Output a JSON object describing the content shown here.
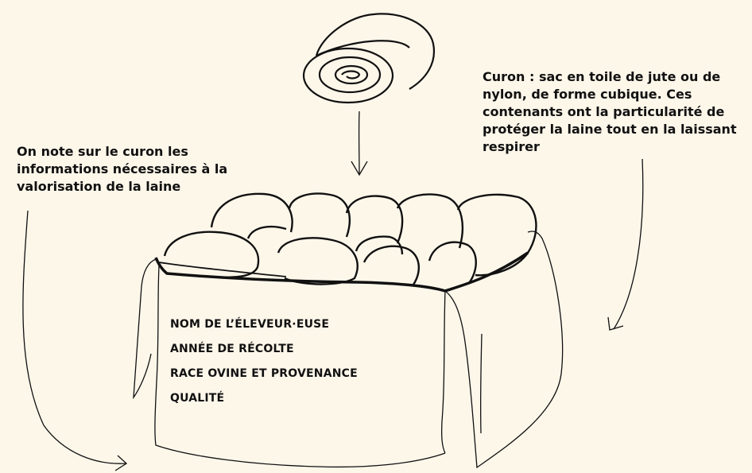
{
  "captions": {
    "right": "Curon : sac en toile de jute ou de nylon, de forme cubique. Ces contenants ont la particularité de protéger la laine tout en la laissant respirer",
    "left": "On note sur le curon les informations nécessaires à la valorisation de la laine"
  },
  "sack_label": {
    "lines": [
      "NOM DE L’ÉLEVEUR·EUSE",
      "ANNÉE DE RÉCOLTE",
      "RACE OVINE ET PROVENANCE",
      "QUALITÉ"
    ]
  },
  "colors": {
    "background": "#fdf7ea",
    "ink": "#111111"
  },
  "icons": [
    "rolled-fleece-icon",
    "arrow-down-icon",
    "curved-arrow-icon",
    "wool-sack-icon"
  ]
}
